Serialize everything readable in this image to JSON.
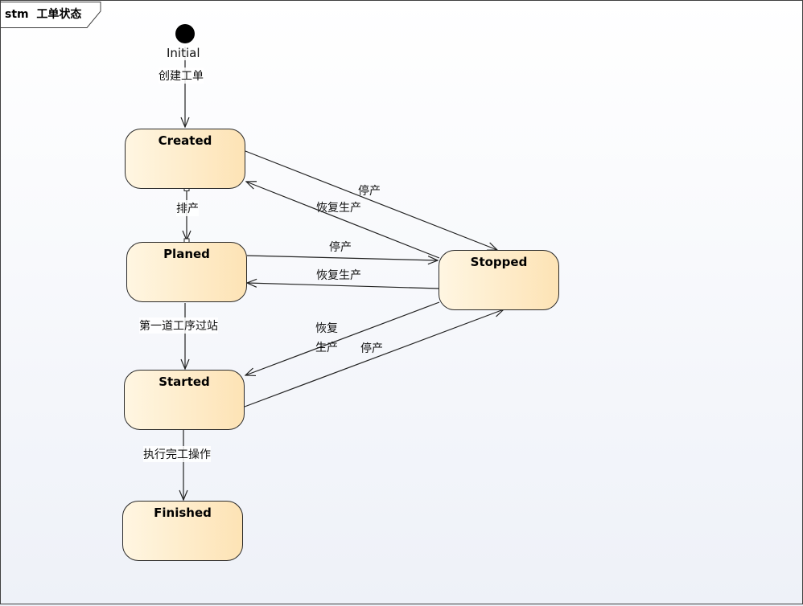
{
  "frame": {
    "kind": "stm",
    "title": "工单状态"
  },
  "initial": {
    "label": "Initial"
  },
  "states": {
    "created": "Created",
    "planed": "Planed",
    "started": "Started",
    "finished": "Finished",
    "stopped": "Stopped"
  },
  "transitions": {
    "initial_created": "创建工单",
    "created_planed": "排产",
    "planed_started": "第一道工序过站",
    "started_finished": "执行完工操作",
    "created_stopped": "停产",
    "stopped_created": "恢复生产",
    "planed_stopped": "停产",
    "stopped_planed": "恢复生产",
    "stopped_started_line1": "恢复",
    "stopped_started_line2": "生产",
    "started_stopped": "停产"
  }
}
